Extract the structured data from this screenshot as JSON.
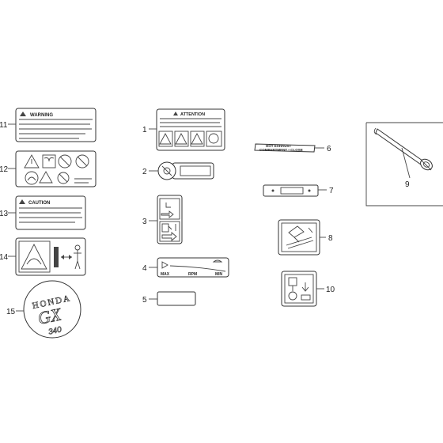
{
  "callouts": {
    "c1": "1",
    "c2": "2",
    "c3": "3",
    "c4": "4",
    "c5": "5",
    "c6": "6",
    "c7": "7",
    "c8": "8",
    "c9": "9",
    "c10": "10",
    "c11": "11",
    "c12": "12",
    "c13": "13",
    "c14": "14",
    "c15": "15"
  },
  "labels": {
    "warning": "WARNING",
    "attention": "ATTENTION",
    "caution": "CAUTION",
    "hot_exhaust_line1": "HOT EXHAUST",
    "hot_exhaust_line2": "COMPARTMENT • CLOSE",
    "gauge_max": "MAX",
    "gauge_rpm": "RPM",
    "gauge_min": "MIN",
    "brand": "HONDA",
    "model_gx": "GX",
    "model_num": "340"
  },
  "colors": {
    "line": "#333333",
    "text": "#222222",
    "background": "#ffffff"
  }
}
